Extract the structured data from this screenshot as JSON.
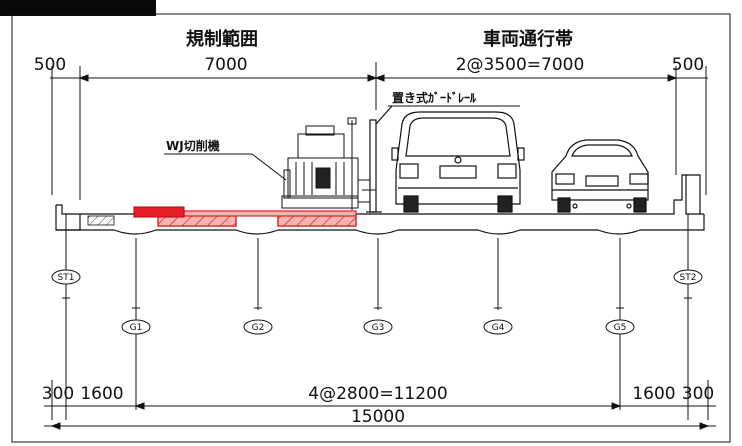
{
  "headings": {
    "regulated_range": "規制範囲",
    "traffic_lane": "車両通行帯"
  },
  "top_dimensions": {
    "left_margin": "500",
    "regulated_width": "7000",
    "lanes": "2@3500=7000",
    "right_margin": "500"
  },
  "labels": {
    "guardrail": "置き式ｶﾞｰﾄﾞﾚｰﾙ",
    "machine": "WJ切削機"
  },
  "supports": {
    "st1": "ST1",
    "st2": "ST2",
    "girders": [
      "G1",
      "G2",
      "G3",
      "G4",
      "G5"
    ]
  },
  "bottom_dimensions": {
    "left_overhang": "300",
    "left_offset": "1600",
    "girder_spacing": "4@2800=11200",
    "right_offset": "1600",
    "right_overhang": "300",
    "total_width": "15000"
  },
  "colors": {
    "line": "#111111",
    "cut_fill": "#f4a6a6",
    "cut_edge": "#e41e1e",
    "block": "#e8202a"
  }
}
